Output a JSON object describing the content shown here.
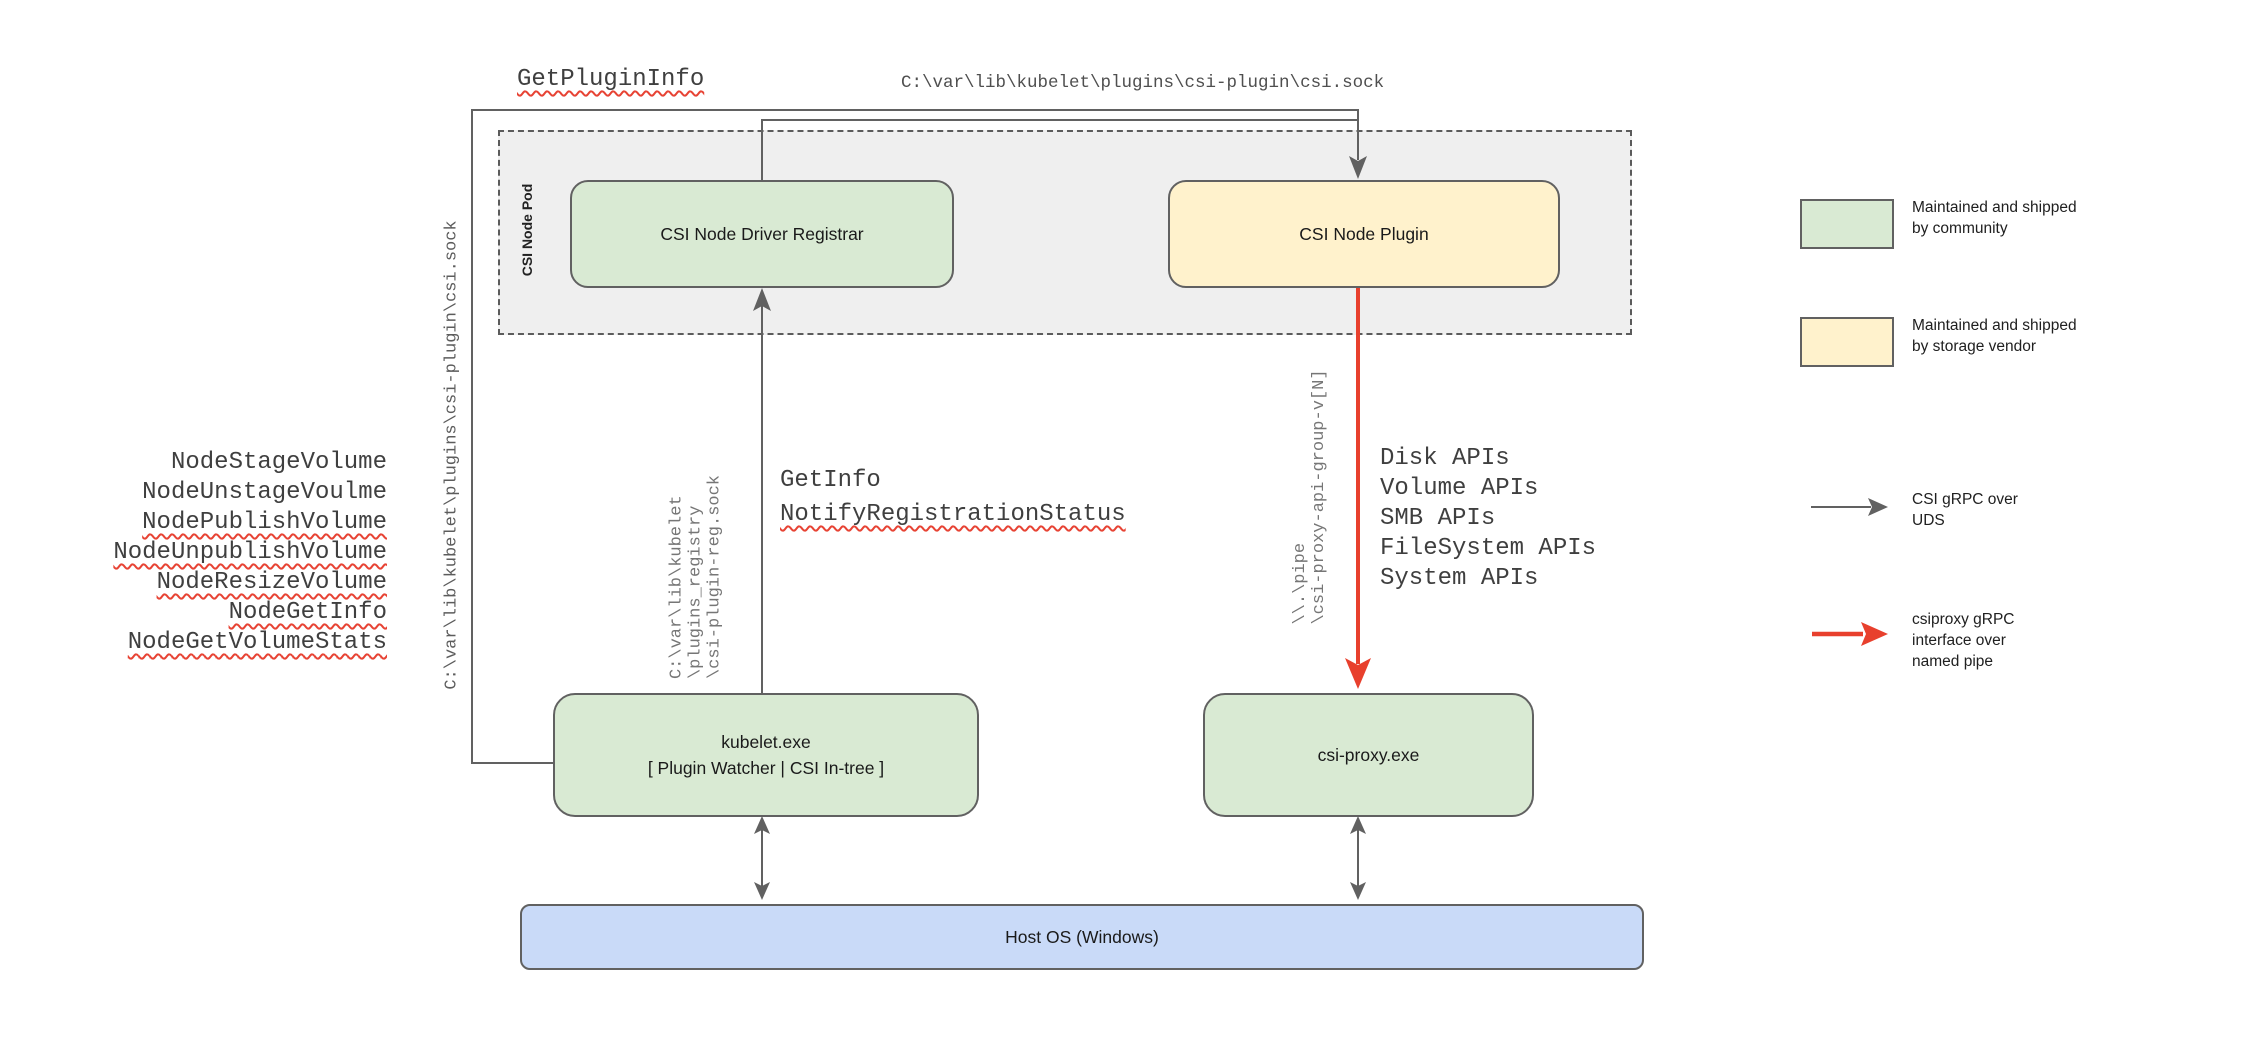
{
  "header": {
    "get_plugin_info": "GetPluginInfo",
    "csi_sock_path": "C:\\var\\lib\\kubelet\\plugins\\csi-plugin\\csi.sock"
  },
  "pod": {
    "label": "CSI Node Pod"
  },
  "boxes": {
    "registrar": "CSI Node Driver Registrar",
    "plugin": "CSI Node Plugin",
    "kubelet_line1": "kubelet.exe",
    "kubelet_line2": "[ Plugin Watcher | CSI In-tree ]",
    "csi_proxy": "csi-proxy.exe",
    "host_os": "Host OS (Windows)"
  },
  "paths_vertical": {
    "csi_sock": "C:\\var\\lib\\kubelet\\plugins\\csi-plugin\\csi.sock",
    "registry": "C:\\var\\lib\\kubelet\n\\plugins_registry\n\\csi-plugin-reg.sock",
    "pipe": "\\\\.\\pipe\n\\csi-proxy-api-group-v[N]"
  },
  "rpc": {
    "get_info": "GetInfo",
    "notify_registration_status": "NotifyRegistrationStatus"
  },
  "left_methods": {
    "items": [
      {
        "label": "NodeStageVolume",
        "spellcheck_underline": false
      },
      {
        "label": "NodeUnstageVoulme",
        "spellcheck_underline": false
      },
      {
        "label": "NodePublishVolume",
        "spellcheck_underline": true
      },
      {
        "label": "NodeUnpublishVolume",
        "spellcheck_underline": true
      },
      {
        "label": "NodeResizeVolume",
        "spellcheck_underline": true
      },
      {
        "label": "NodeGetInfo",
        "spellcheck_underline": true
      },
      {
        "label": "NodeGetVolumeStats",
        "spellcheck_underline": true
      }
    ]
  },
  "api_list": {
    "items": [
      "Disk APIs",
      "Volume APIs",
      "SMB APIs",
      "FileSystem APIs",
      "System APIs"
    ]
  },
  "legend": {
    "items": [
      {
        "type": "swatch-green",
        "label": "Maintained and shipped\nby community"
      },
      {
        "type": "swatch-yellow",
        "label": "Maintained and shipped\nby storage vendor"
      },
      {
        "type": "arrow-gray",
        "label": "CSI gRPC over\nUDS"
      },
      {
        "type": "arrow-red",
        "label": "csiproxy gRPC\ninterface over\nnamed pipe"
      }
    ]
  },
  "colors": {
    "community_green": "#d9ead3",
    "vendor_yellow": "#fff2cc",
    "host_blue": "#c9daf8",
    "pod_background": "#efefef",
    "line_gray": "#616161",
    "pipe_red": "#e8402d",
    "squiggle_red": "#e74334"
  }
}
